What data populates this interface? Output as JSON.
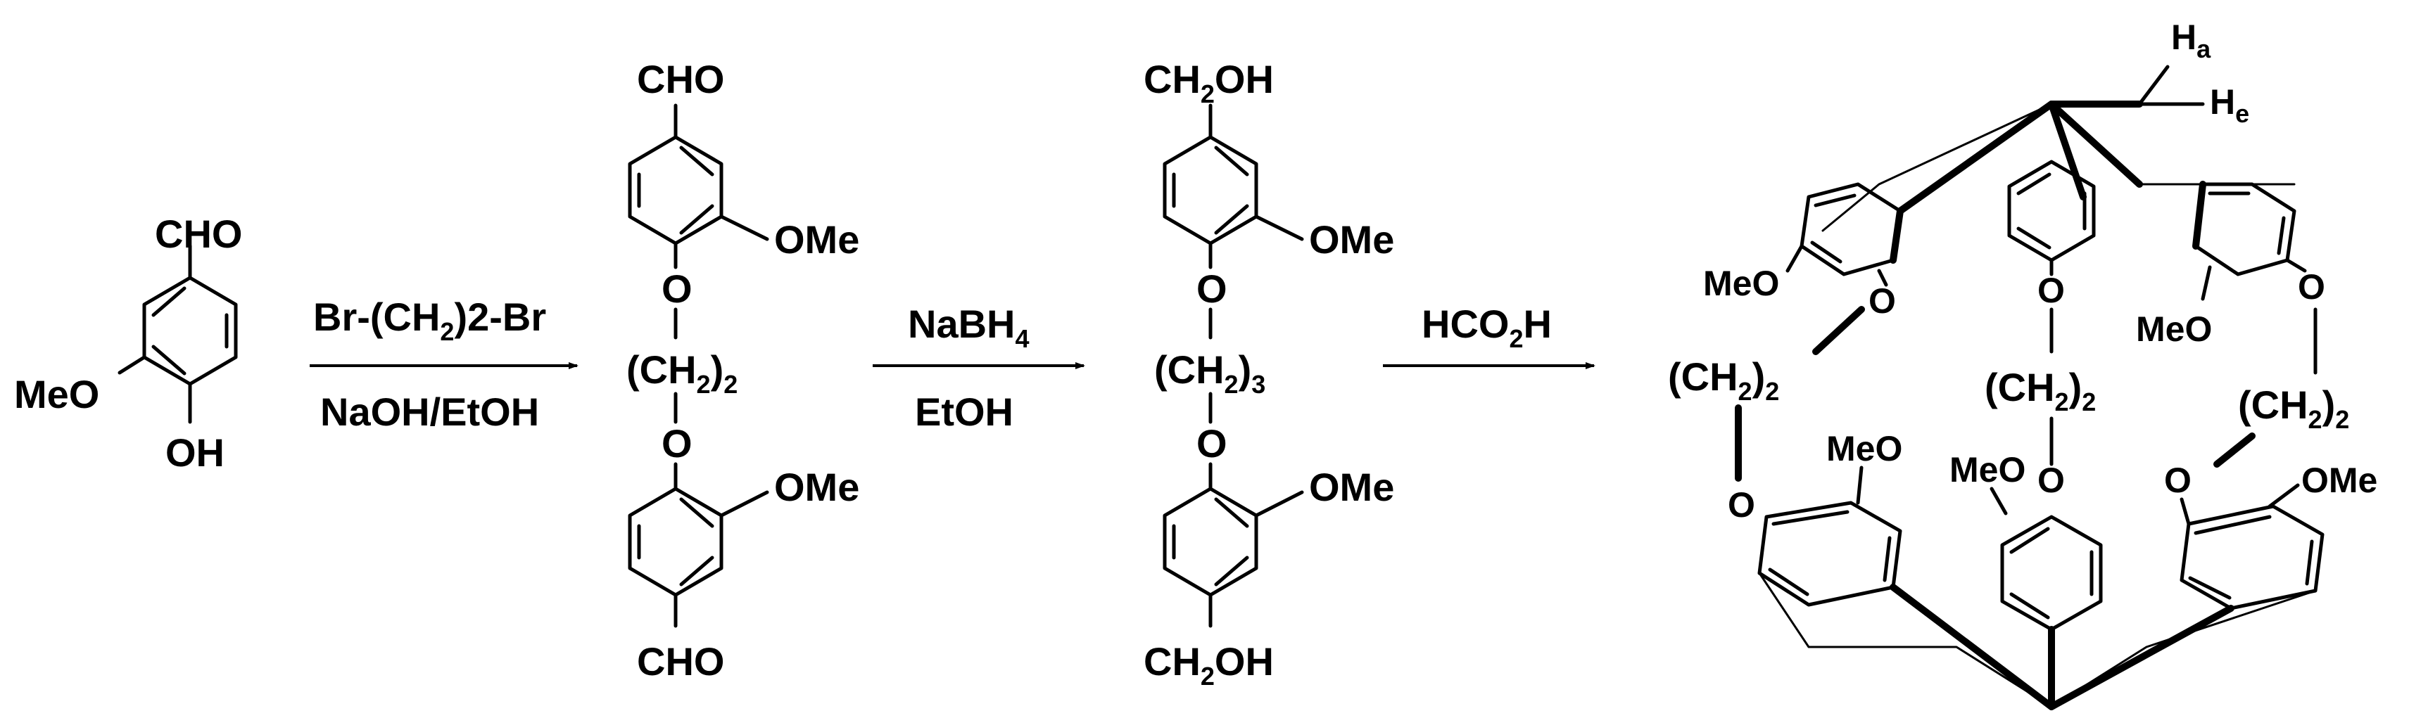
{
  "labels": {
    "cho": "CHO",
    "meo": "MeO",
    "ome": "OMe",
    "oh": "OH",
    "o": "O",
    "ch2_open": "(CH",
    "close": ")",
    "two": "2",
    "three": "3",
    "four": "4",
    "ch": "CH",
    "ch2oh_tail": "OH",
    "h": "H",
    "a": "a",
    "e": "e"
  },
  "reagents": {
    "step1_top_a": "Br-(CH",
    "step1_top_b": ")2-Br",
    "step1_bottom": "NaOH/EtOH",
    "step2_top": "NaBH",
    "step2_bottom": "EtOH",
    "step3_top_a": "HCO",
    "step3_top_b": "H"
  }
}
